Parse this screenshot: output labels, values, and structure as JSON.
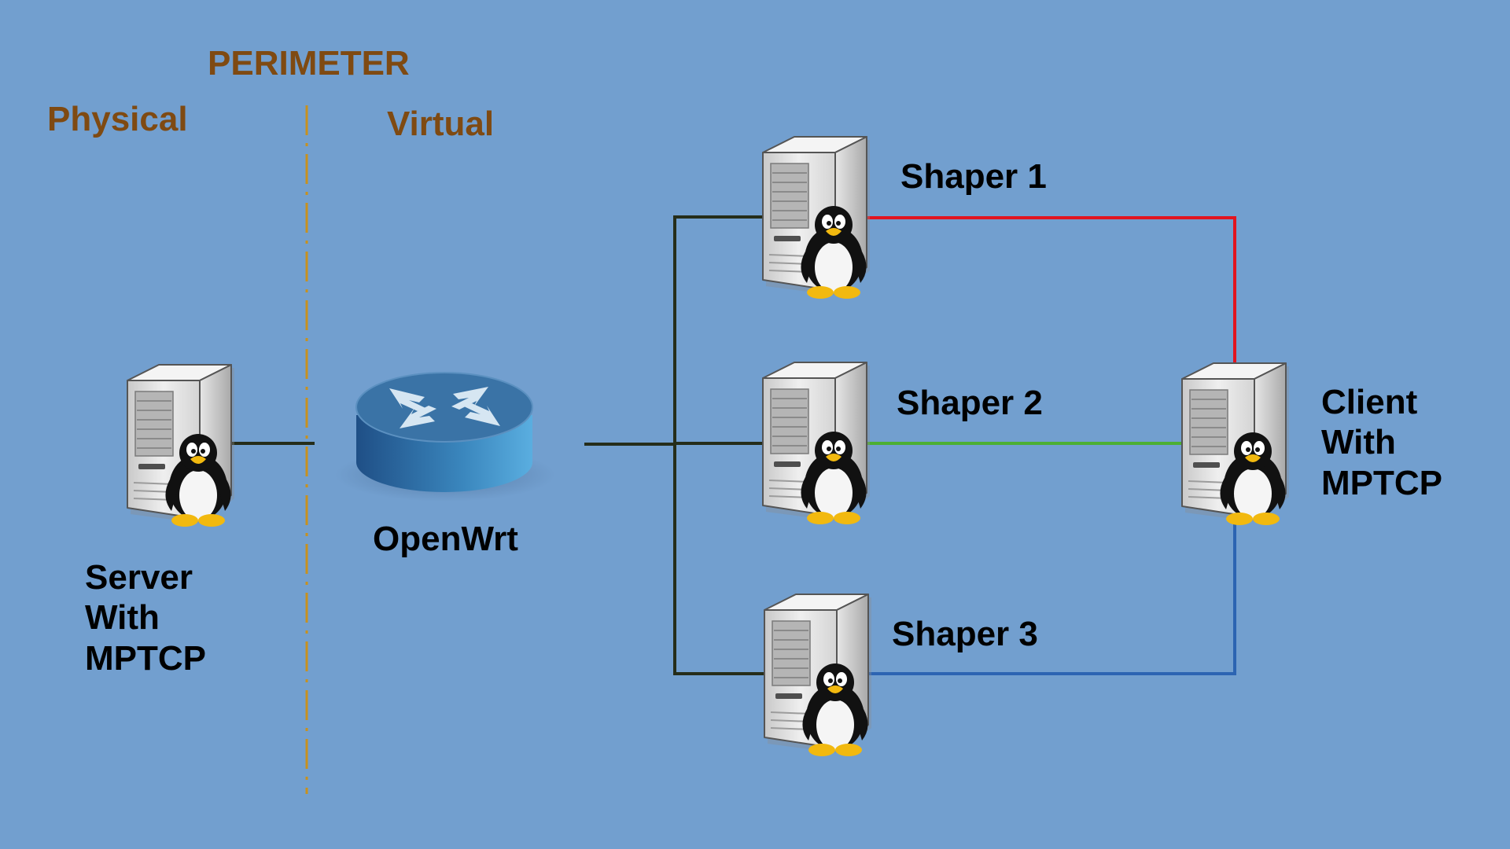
{
  "labels": {
    "perimeter": "PERIMETER",
    "physical": "Physical",
    "virtual": "Virtual",
    "router": "OpenWrt",
    "shaper1": "Shaper 1",
    "shaper2": "Shaper 2",
    "shaper3": "Shaper 3",
    "server": [
      "Server",
      "With",
      "MPTCP"
    ],
    "client": [
      "Client",
      "With",
      "MPTCP"
    ]
  },
  "icons": {
    "server": "linux-server-icon",
    "router": "router-icon"
  },
  "colors": {
    "background": "#729fcf",
    "header_text": "#7f4a12",
    "perimeter_line": "#c8911e",
    "trunk_link": "#252d1a",
    "shaper1_link": "#e2141f",
    "shaper2_link": "#4caf33",
    "shaper3_link": "#2c64b2"
  }
}
